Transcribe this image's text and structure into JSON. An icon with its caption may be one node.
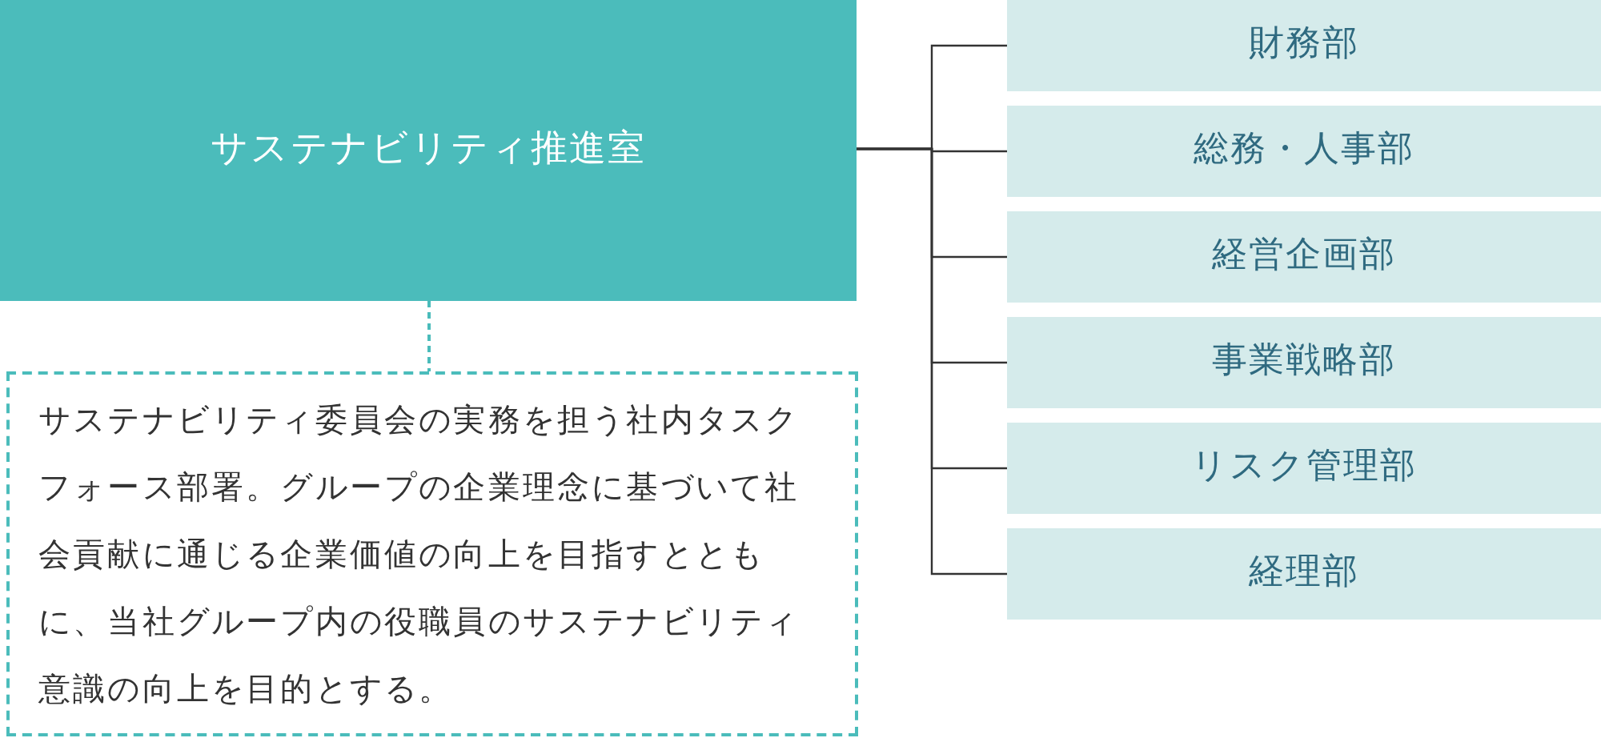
{
  "diagram": {
    "nodes": [
      {
        "text": [
          "サステナビリティ推進室"
        ]
      },
      {
        "text": [
          "サステナビリティ委員会の実務を担う社内タスクフォース部署。グループの企業理念に基づいて社会貢献に通じる企業価値の向上を目指すとともに、当社グループ内の役職員のサステナビリティ意識の向上を目的とする。"
        ]
      },
      {
        "text": [
          "財務部"
        ]
      },
      {
        "text": [
          "総務・人事部"
        ]
      },
      {
        "text": [
          "経営企画部"
        ]
      },
      {
        "text": [
          "事業戦略部"
        ]
      },
      {
        "text": [
          "リスク管理部"
        ]
      },
      {
        "text": [
          "経理部"
        ]
      }
    ],
    "edges": [
      {
        "from": 0,
        "to": 1,
        "arrow": "none",
        "style": "dashed",
        "color": "#4bbcbb"
      },
      {
        "from": 0,
        "to": 2,
        "arrow": "none"
      },
      {
        "from": 0,
        "to": 3,
        "arrow": "none"
      },
      {
        "from": 0,
        "to": 4,
        "arrow": "none"
      },
      {
        "from": 0,
        "to": 5,
        "arrow": "none"
      },
      {
        "from": 0,
        "to": 6,
        "arrow": "none"
      },
      {
        "from": 0,
        "to": 7,
        "arrow": "none"
      }
    ]
  }
}
